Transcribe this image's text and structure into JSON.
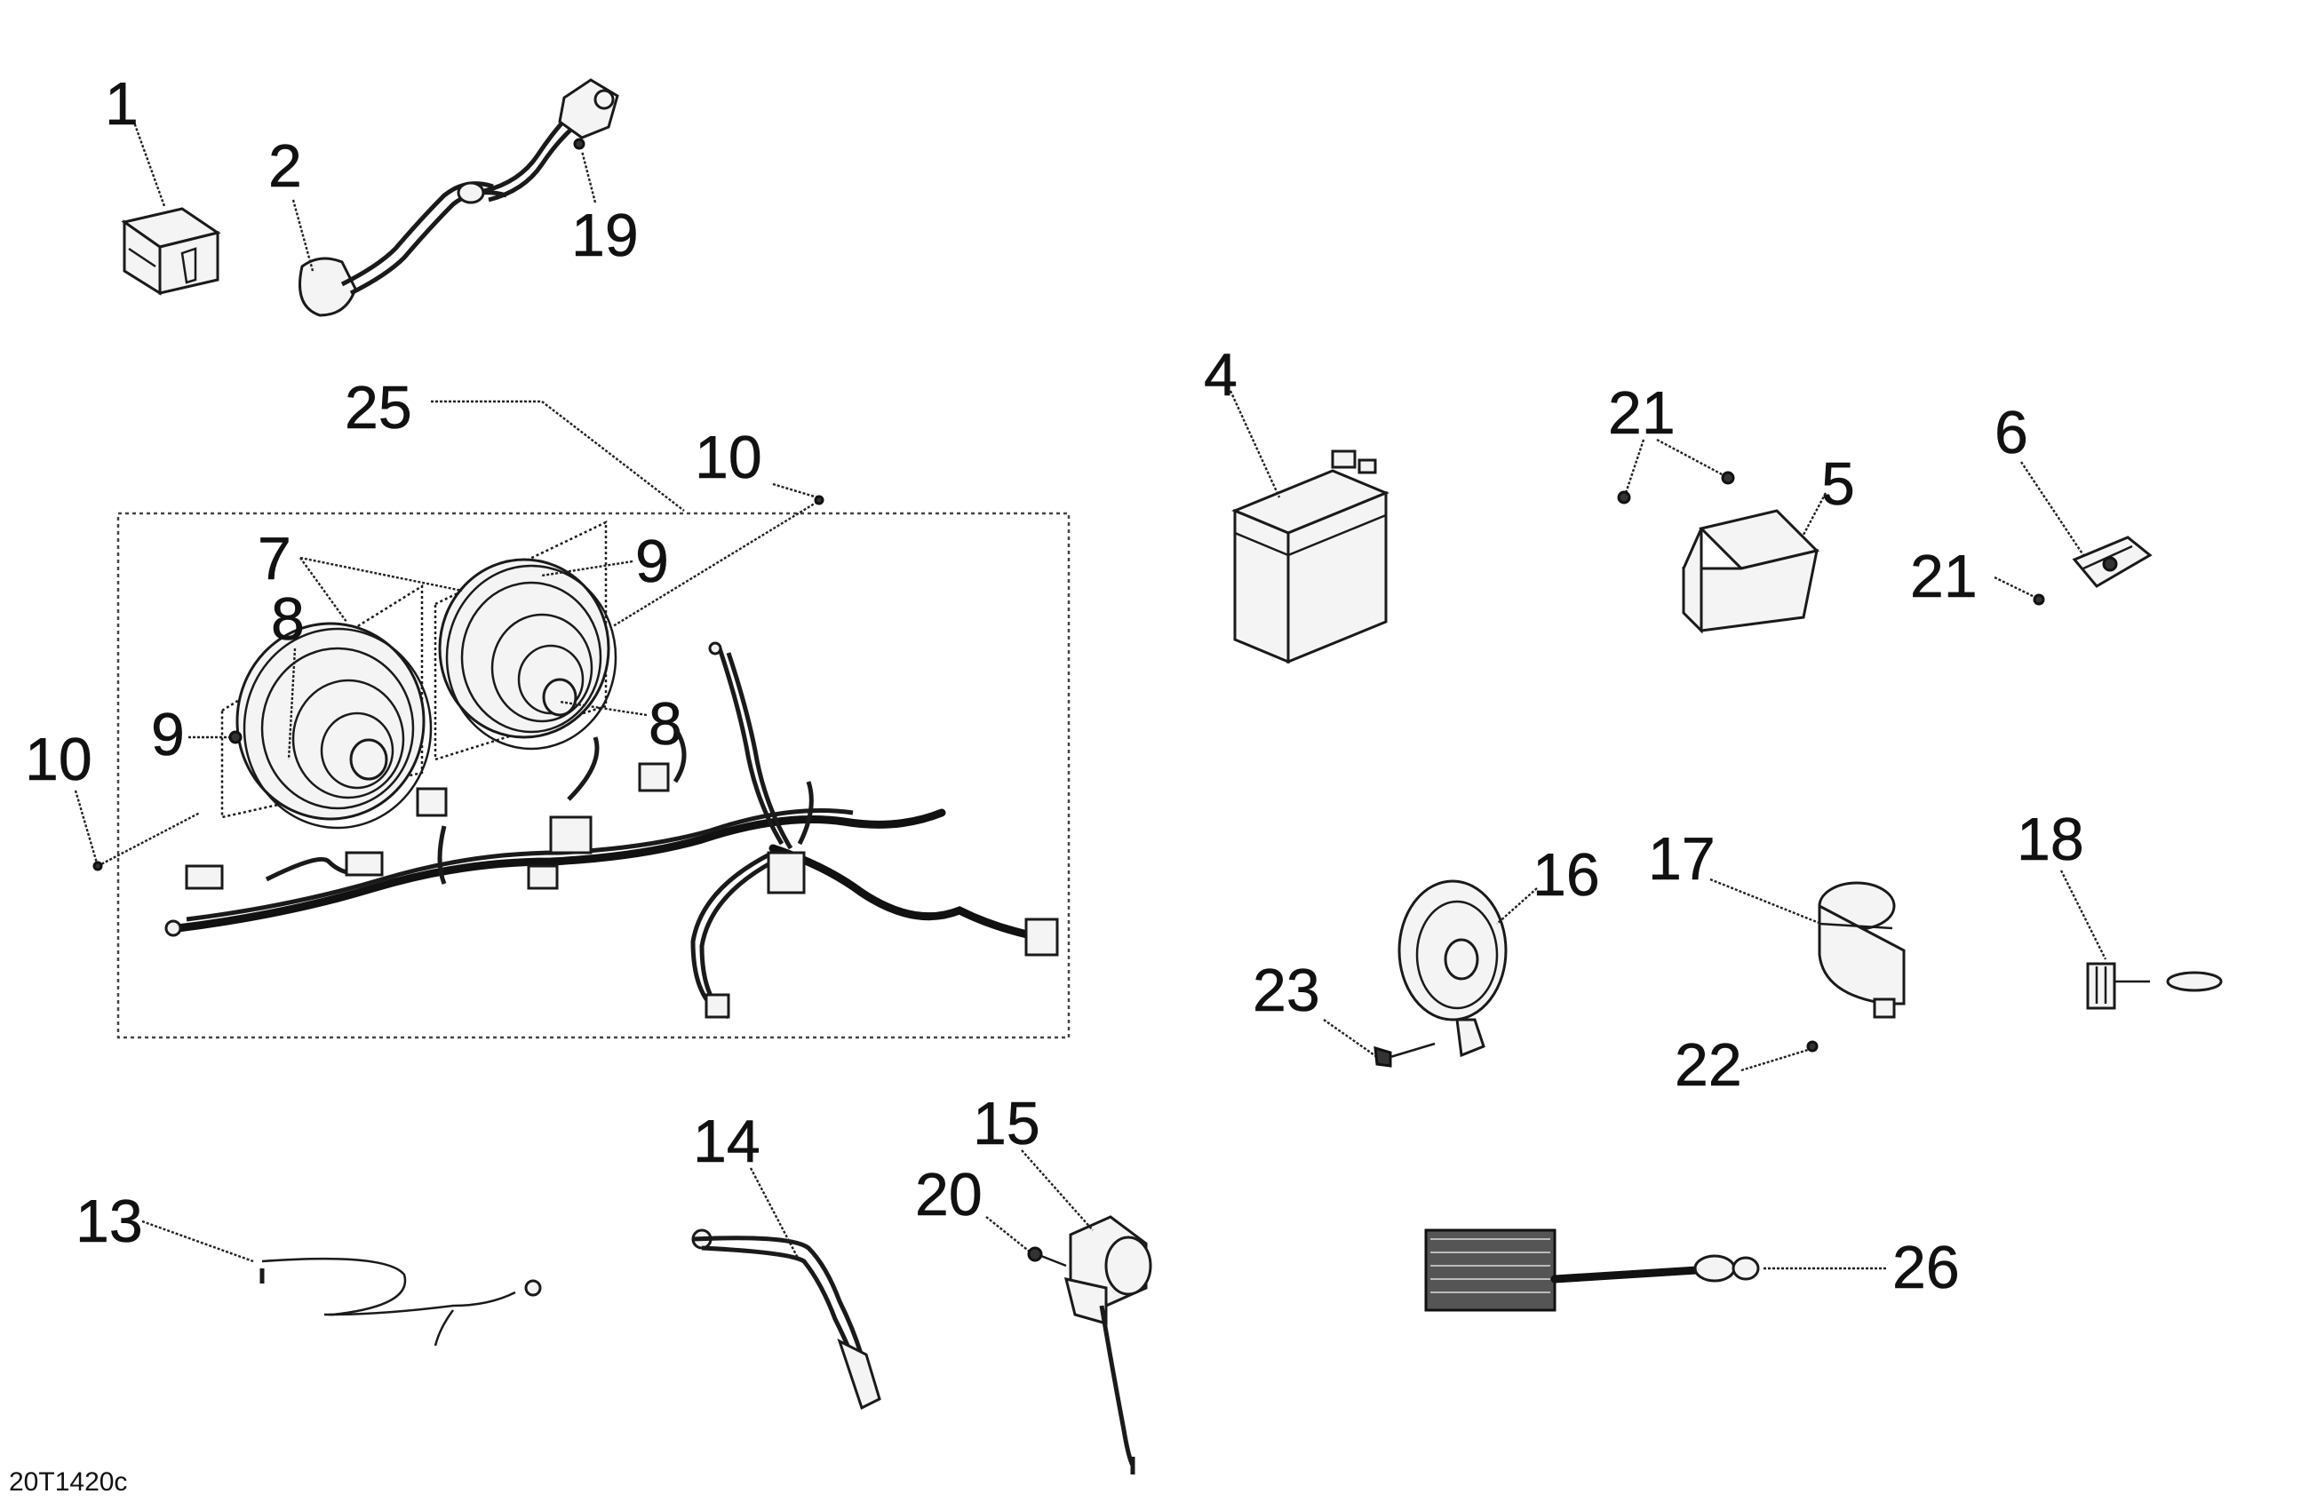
{
  "figure_code": "20T1420c",
  "callouts": {
    "c1": "1",
    "c2": "2",
    "c19": "19",
    "c25": "25",
    "c10a": "10",
    "c10b": "10",
    "c7": "7",
    "c8a": "8",
    "c8b": "8",
    "c9a": "9",
    "c9b": "9",
    "c4": "4",
    "c21a": "21",
    "c5": "5",
    "c6": "6",
    "c21b": "21",
    "c16": "16",
    "c23": "23",
    "c17": "17",
    "c22": "22",
    "c18": "18",
    "c13": "13",
    "c14": "14",
    "c15": "15",
    "c20": "20",
    "c26": "26"
  },
  "parts": [
    {
      "id": "1",
      "icon": "relay-icon"
    },
    {
      "id": "2",
      "icon": "sensor-cable-icon"
    },
    {
      "id": "4",
      "icon": "battery-icon"
    },
    {
      "id": "5",
      "icon": "regulator-icon"
    },
    {
      "id": "6",
      "icon": "bracket-icon"
    },
    {
      "id": "7",
      "icon": "headlamp-icon"
    },
    {
      "id": "8",
      "icon": "bulb-icon"
    },
    {
      "id": "9",
      "icon": "screw-icon"
    },
    {
      "id": "10",
      "icon": "screw-icon"
    },
    {
      "id": "13",
      "icon": "ground-wire-icon"
    },
    {
      "id": "14",
      "icon": "sensor-icon"
    },
    {
      "id": "15",
      "icon": "switch-icon"
    },
    {
      "id": "16",
      "icon": "horn-icon"
    },
    {
      "id": "17",
      "icon": "rectifier-icon"
    },
    {
      "id": "18",
      "icon": "fuse-holder-icon"
    },
    {
      "id": "19",
      "icon": "screw-icon"
    },
    {
      "id": "20",
      "icon": "nut-icon"
    },
    {
      "id": "21",
      "icon": "screw-icon"
    },
    {
      "id": "22",
      "icon": "screw-icon"
    },
    {
      "id": "23",
      "icon": "screw-icon"
    },
    {
      "id": "25",
      "icon": "wiring-harness-icon"
    },
    {
      "id": "26",
      "icon": "ignition-coil-icon"
    }
  ]
}
